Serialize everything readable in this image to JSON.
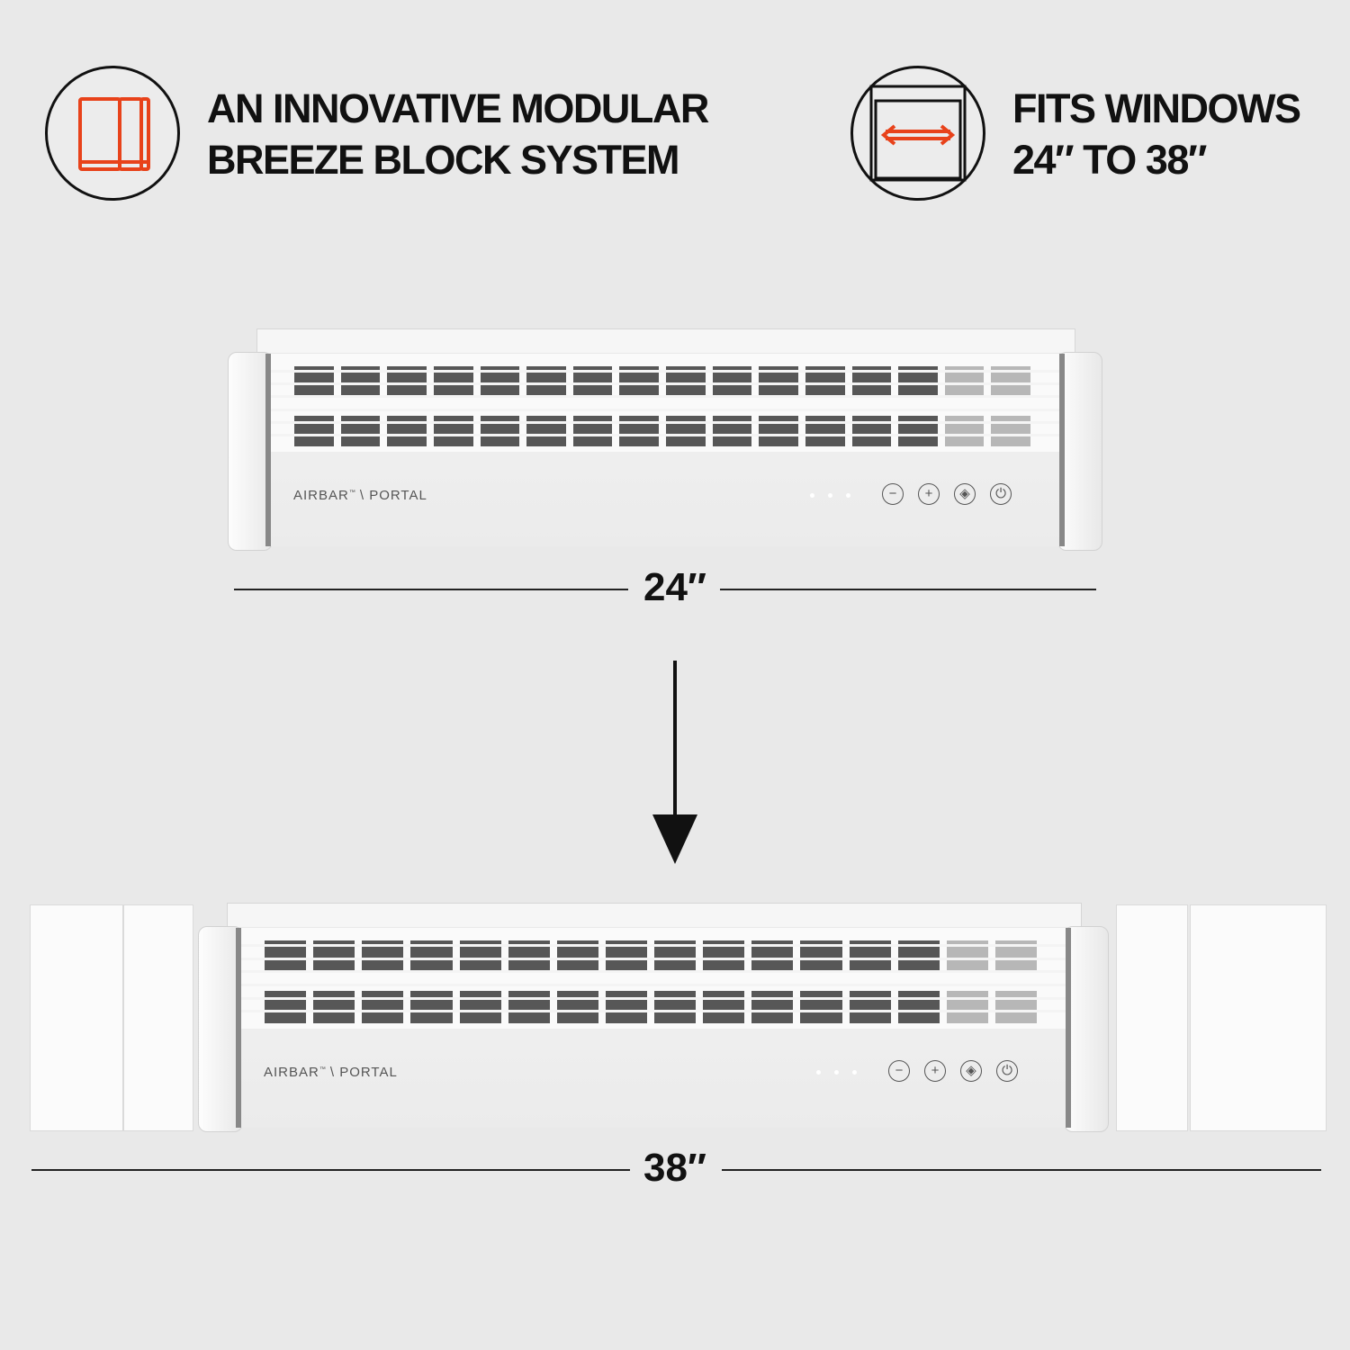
{
  "features": [
    {
      "icon": "modular-blocks-icon",
      "lines": [
        "AN INNOVATIVE MODULAR",
        "BREEZE BLOCK SYSTEM"
      ]
    },
    {
      "icon": "window-width-icon",
      "lines": [
        "FITS WINDOWS",
        "24″ TO 38″"
      ]
    }
  ],
  "colors": {
    "accent": "#e8421a",
    "background": "#e9e9e9"
  },
  "product": {
    "brand": "AIRBAR",
    "tm": "™",
    "model": "\\ PORTAL",
    "buttons": [
      "−",
      "+",
      "◈",
      "⏻"
    ]
  },
  "dimensions": {
    "small": "24″",
    "large": "38″"
  }
}
